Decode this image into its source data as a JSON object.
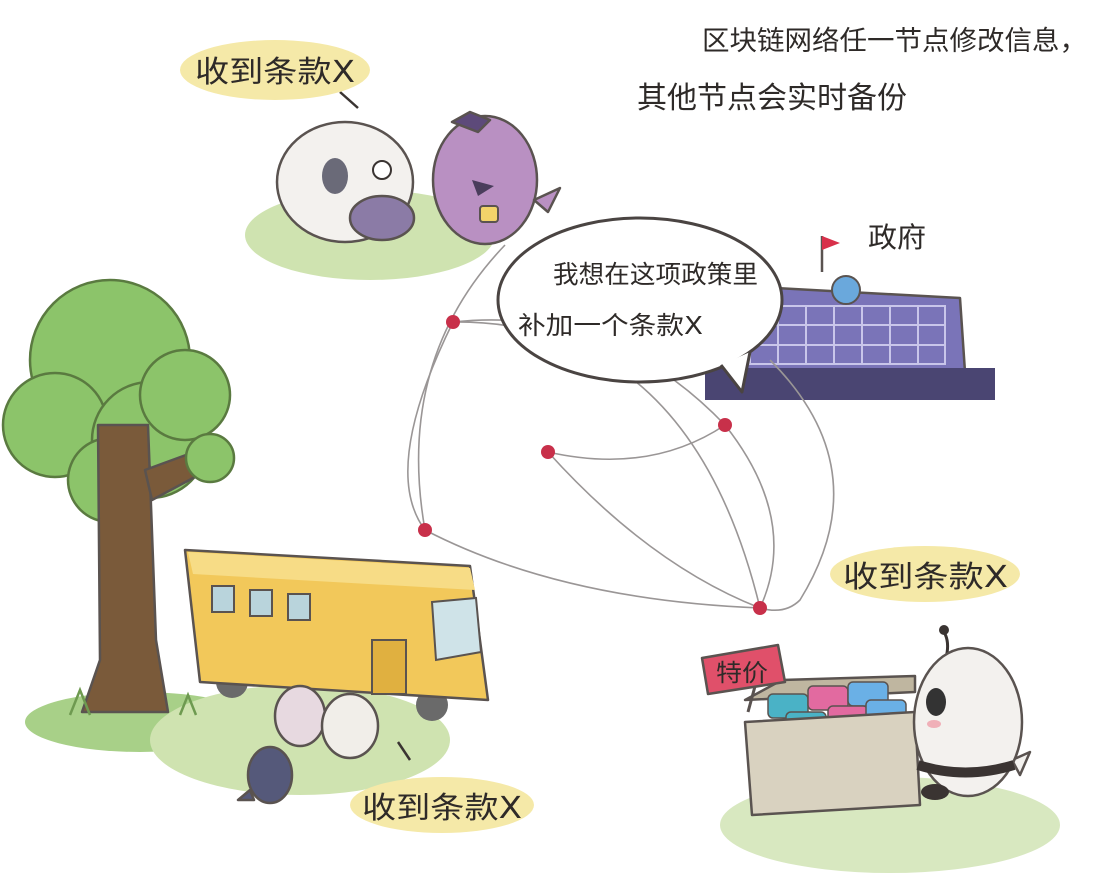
{
  "header_text": {
    "line1": "区块链网络任一节点修改信息，",
    "line2": "其他节点会实时备份"
  },
  "labels": {
    "top_left": "收到条款X",
    "right": "收到条款X",
    "bottom": "收到条款X"
  },
  "speech_bubble": {
    "line1": "我想在这项政策里",
    "line2": "补加一个条款X"
  },
  "government": {
    "label": "政府"
  },
  "stall": {
    "sign": "特价"
  },
  "colors": {
    "highlight": "#f5e9a8",
    "node": "#c8304a",
    "grass": "#cfe3b0",
    "building": "#7a74b8",
    "building_base": "#4a4572",
    "bus": "#f2c85a",
    "tree_canopy": "#8cc46a",
    "tree_trunk": "#7a5a3a",
    "sign": "#e0506a"
  }
}
